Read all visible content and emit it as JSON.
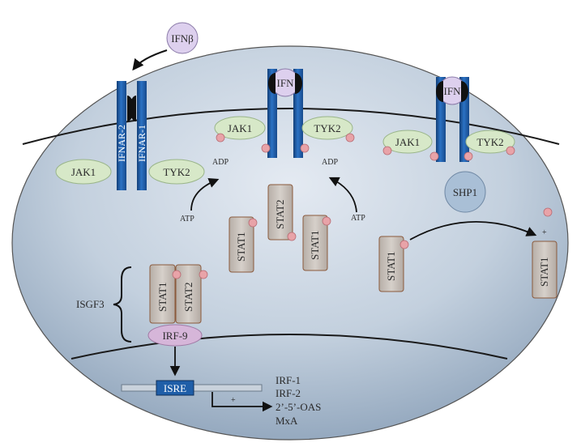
{
  "ligand": {
    "label": "IFNβ"
  },
  "receptors": {
    "left": {
      "chain_a": "IFNAR-2",
      "chain_b": "IFNAR-1"
    },
    "middle": {
      "bound": "IFN"
    },
    "right": {
      "bound": "IFN"
    }
  },
  "kinases": {
    "left_jak": "JAK1",
    "left_tyk": "TYK2",
    "mid_jak": "JAK1",
    "mid_tyk": "TYK2",
    "right_jak": "JAK1",
    "right_tyk": "TYK2"
  },
  "phosphatase": "SHP1",
  "nucleotides": {
    "atp_left": "ATP",
    "adp_left": "ADP",
    "adp_right": "ADP",
    "atp_right": "ATP"
  },
  "stats": {
    "stat2_mid": "STAT2",
    "stat1_mid_left": "STAT1",
    "stat1_mid_right": "STAT1",
    "stat1_right": "STAT1",
    "stat1_far_right": "STAT1",
    "isgf3_stat1": "STAT1",
    "isgf3_stat2": "STAT2"
  },
  "complex": {
    "name": "ISGF3",
    "irf9": "IRF-9"
  },
  "promoter": {
    "label": "ISRE",
    "plus": "+"
  },
  "dephos_plus": "+",
  "genes": [
    "IRF-1",
    "IRF-2",
    "2’-5’-OAS",
    "MxA"
  ],
  "colors": {
    "cytoplasm_light": "#d6dfea",
    "cytoplasm_dark": "#9eb1c6",
    "receptor_blue": "#1f5ea8",
    "kinase_green": "#d7e8c8",
    "stat_fill": "#c8c1bb",
    "phospho_pink": "#e8a3a8",
    "irf9_purple": "#d6b6d9",
    "ifn_purple": "#ddd0ee",
    "shp1_blue": "#a9bfd6"
  }
}
